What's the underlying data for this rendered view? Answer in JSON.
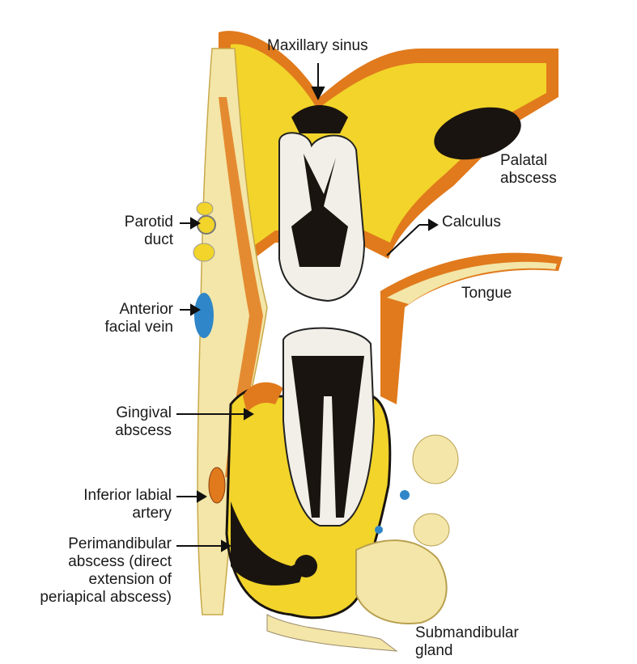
{
  "labels": {
    "maxillary_sinus": "Maxillary sinus",
    "palatal_abscess": [
      "Palatal",
      "abscess"
    ],
    "parotid_duct": [
      "Parotid",
      "duct"
    ],
    "calculus": "Calculus",
    "tongue": "Tongue",
    "anterior_facial_vein": [
      "Anterior",
      "facial vein"
    ],
    "gingival_abscess": [
      "Gingival",
      "abscess"
    ],
    "inferior_labial_artery": [
      "Inferior labial",
      "artery"
    ],
    "perimandibular_abscess": [
      "Perimandibular",
      "abscess (direct",
      "extension of",
      "periapical abscess)"
    ],
    "submandibular_gland": [
      "Submandibular",
      "gland"
    ]
  },
  "colors": {
    "bone": "#f2d42a",
    "periosteum": "#e07a1c",
    "soft_tissue": "#f3e6a8",
    "dark_pulp": "#1a1410",
    "enamel": "#f2efe8",
    "vein": "#2f86c8"
  }
}
